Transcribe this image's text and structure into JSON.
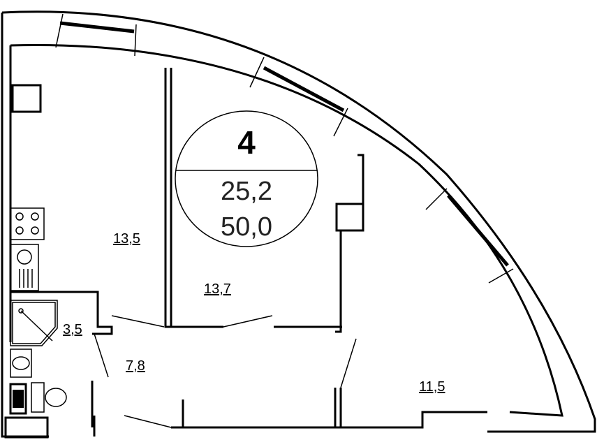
{
  "apartment": {
    "number": "4",
    "living_area": "25,2",
    "total_area": "50,0"
  },
  "rooms": {
    "room_left": "13,5",
    "room_middle": "13,7",
    "bathroom": "3,5",
    "hall": "7,8",
    "room_right": "11,5"
  }
}
